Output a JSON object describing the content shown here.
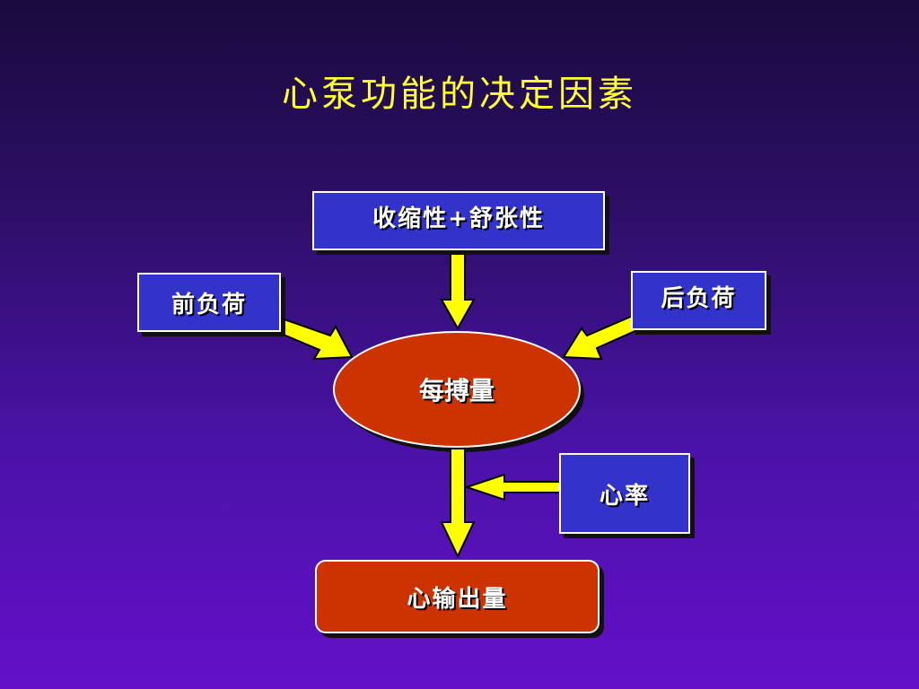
{
  "title": "心泵功能的决定因素",
  "nodes": {
    "contractility": "收缩性+舒张性",
    "preload": "前负荷",
    "afterload": "后负荷",
    "stroke_volume": "每搏量",
    "heart_rate": "心率",
    "cardiac_output": "心输出量"
  },
  "colors": {
    "title": "#ffff33",
    "blue_box": "#3333cc",
    "red_node": "#cc3300",
    "arrow": "#ffff00"
  }
}
